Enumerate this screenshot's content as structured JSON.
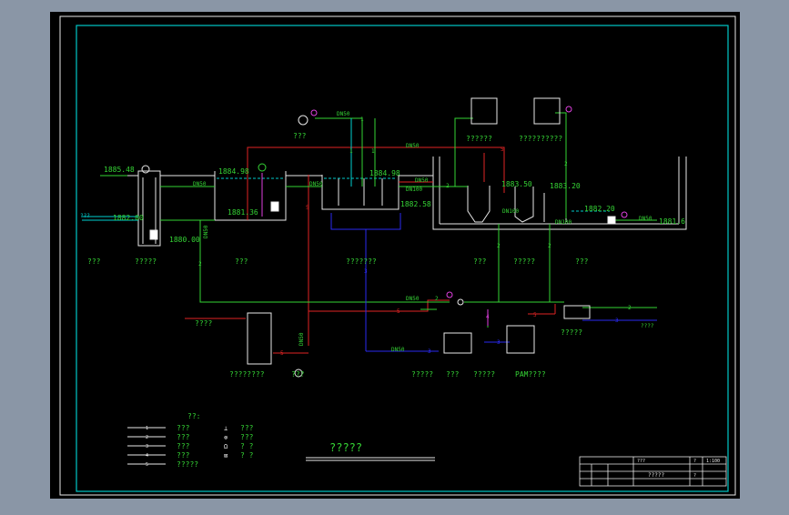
{
  "colors": {
    "bg": "#8a96a6",
    "sheet": "#000000",
    "frame": "#00c8c8",
    "green": "#35d435",
    "red": "#e02424",
    "blue": "#2a2af0",
    "magenta": "#e040e0",
    "cyan": "#00d0d0",
    "white": "#e8e8e8",
    "yellow": "#e8e800"
  },
  "elevations": {
    "e1885_48": "1885.48",
    "e1882_00": "1882.00",
    "e1880_00": "1880.00",
    "e1884_98a": "1884.98",
    "e1881_36": "1881.36",
    "e1884_98b": "1884.98",
    "e1882_58": "1882.58",
    "e1883_50": "1883.50",
    "e1883_20": "1883.20",
    "e1882_20": "1882.20",
    "e1881_6": "1881.6"
  },
  "pipes": {
    "dn50_top": "DN50",
    "dn50_a": "DN50",
    "dn50_b": "DN50",
    "dn50_c": "DN50",
    "dn50_vert_a": "DN50",
    "dn50_vert_b": "DN50",
    "dn50_d": "DN50",
    "dn50_e": "DN50",
    "dn50_f": "DN50",
    "dn100_a": "DN100",
    "dn100_b": "DN100",
    "dn100_c": "DN100",
    "dn50_g": "DN50",
    "inlet": "???"
  },
  "stream_numbers": {
    "n1a": "1",
    "n1b": "1",
    "n1c": "1",
    "n2a": "2",
    "n2b": "2",
    "n2c": "2",
    "n2d": "2",
    "n2e": "2",
    "n2f": "2",
    "n2g": "2",
    "n3a": "3",
    "n3b": "3",
    "n3c": "3",
    "n3d": "3",
    "n4": "4",
    "n5a": "5",
    "n5b": "5",
    "n5c": "5",
    "n5d": "5",
    "n5e": "5"
  },
  "labels": {
    "blower": "???",
    "screen": "???",
    "reg_tank": "?????",
    "anoxic": "???",
    "bio_tank": "???????",
    "sed": "???",
    "disinfect": "?????",
    "clear": "???",
    "dosing1": "??????",
    "dosing2": "??????????",
    "sludge_tank": "????",
    "sludge_dewater": "????????",
    "effluent": "???",
    "effluent2": "????",
    "filter": "?????",
    "dosing_box": "?????",
    "pac": "???",
    "pump_box": "?????",
    "pam": "PAM????"
  },
  "legend": {
    "title": "??:",
    "items": [
      {
        "num": "1",
        "text": "???"
      },
      {
        "num": "2",
        "text": "???"
      },
      {
        "num": "3",
        "text": "???"
      },
      {
        "num": "4",
        "text": "???"
      },
      {
        "num": "5",
        "text": "?????"
      }
    ],
    "symbols": [
      {
        "sym": "⊥",
        "text": "???"
      },
      {
        "sym": "⊗",
        "text": "???"
      },
      {
        "sym": "Ω",
        "text": "? ?"
      },
      {
        "sym": "⊠",
        "text": "? ?"
      }
    ]
  },
  "drawing_title": "?????",
  "title_block": {
    "name": "?????",
    "c1": "???",
    "c2": "?",
    "c3": "?",
    "code": "1:100"
  }
}
